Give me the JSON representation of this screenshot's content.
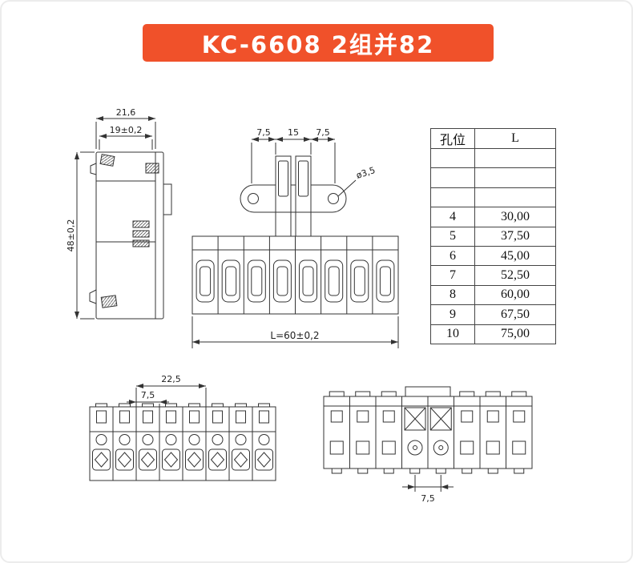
{
  "banner": {
    "title": "KC-6608 2组并82",
    "bg_color": "#f0512a",
    "text_color": "#ffffff"
  },
  "side_view": {
    "dim_width_outer": "21,6",
    "dim_width_inner": "19±0,2",
    "dim_height": "48±0,2"
  },
  "front_view": {
    "dim_left": "7,5",
    "dim_center": "15",
    "dim_right": "7,5",
    "dim_hole": "ø3,5",
    "dim_length": "L=60±0,2"
  },
  "top_view": {
    "dim_span": "22,5",
    "dim_pitch": "7,5"
  },
  "back_view": {
    "dim_pitch": "7,5"
  },
  "table": {
    "headers": [
      "孔位",
      "L"
    ],
    "rows": [
      [
        "",
        ""
      ],
      [
        "",
        ""
      ],
      [
        "",
        ""
      ],
      [
        "4",
        "30,00"
      ],
      [
        "5",
        "37,50"
      ],
      [
        "6",
        "45,00"
      ],
      [
        "7",
        "52,50"
      ],
      [
        "8",
        "60,00"
      ],
      [
        "9",
        "67,50"
      ],
      [
        "10",
        "75,00"
      ]
    ]
  },
  "colors": {
    "line": "#333333"
  }
}
